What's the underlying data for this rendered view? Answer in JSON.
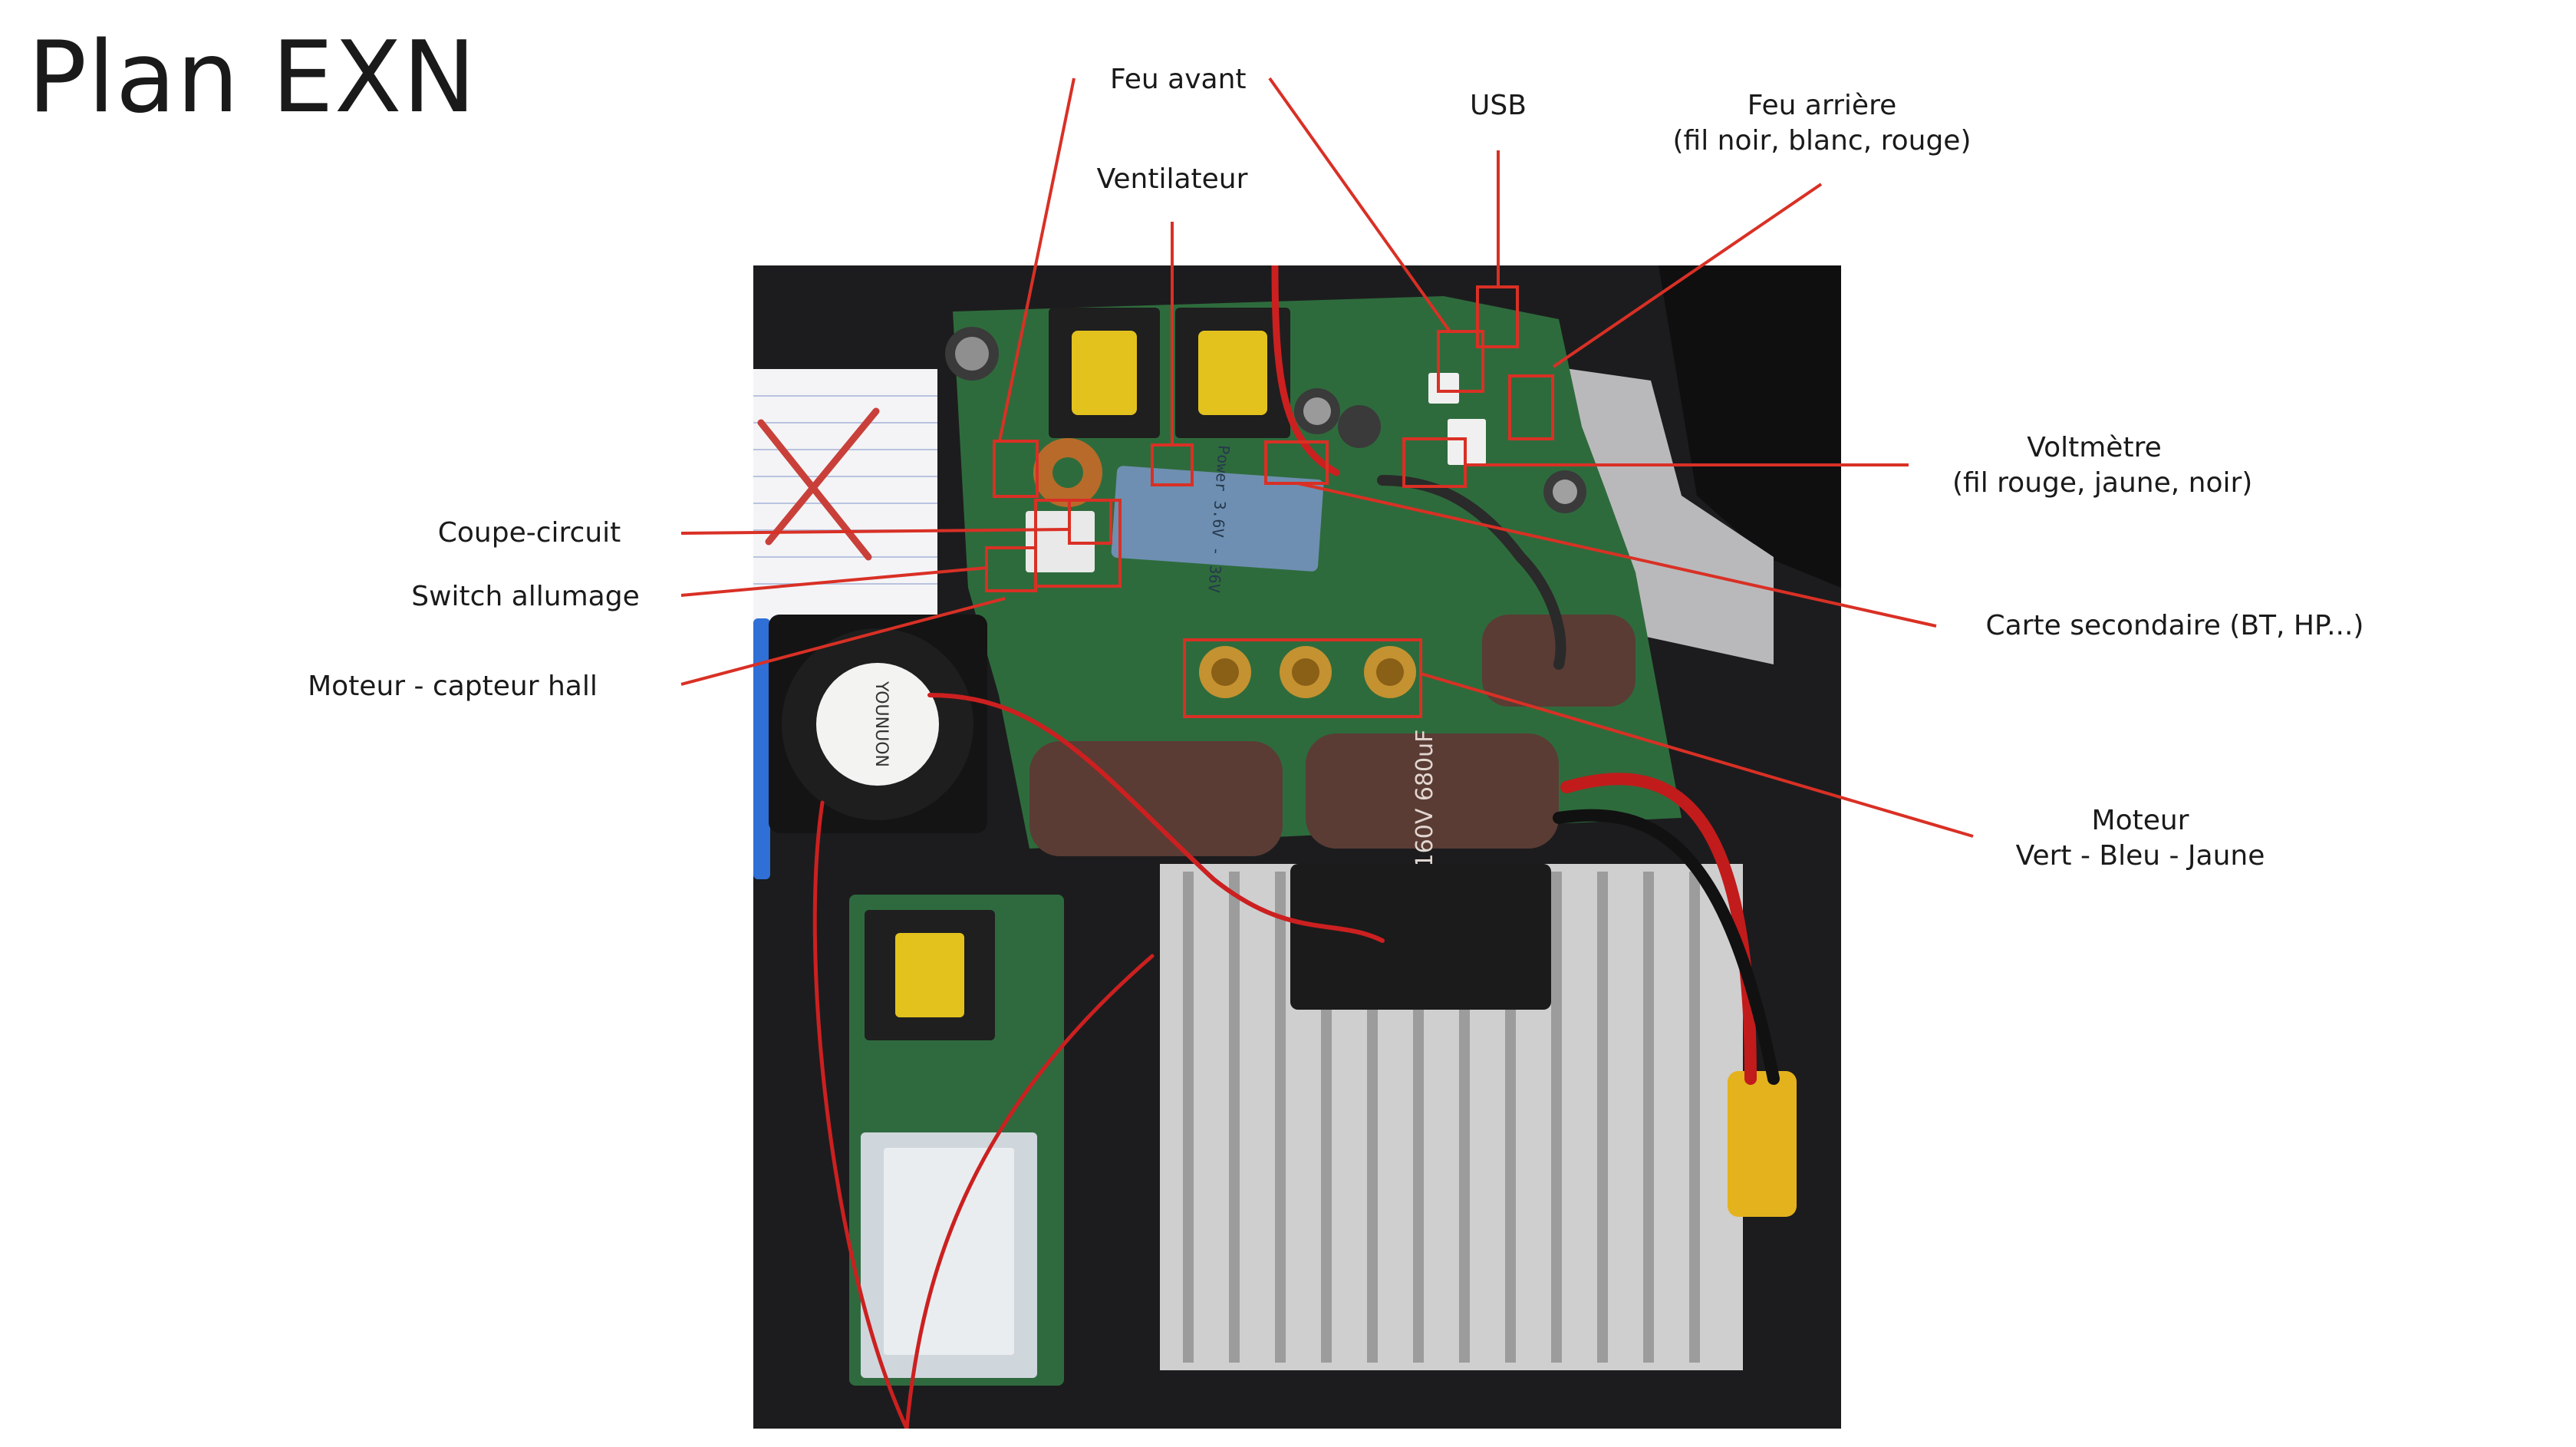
{
  "title": "Plan EXN",
  "labels": {
    "feu_avant": "Feu avant",
    "ventilateur": "Ventilateur",
    "usb": "USB",
    "feu_arriere": {
      "line1": "Feu arrière",
      "line2": "(fil noir, blanc, rouge)"
    },
    "voltmetre": {
      "line1": "Voltmètre",
      "line2": "(fil rouge, jaune, noir)"
    },
    "carte_secondaire": "Carte secondaire (BT, HP...)",
    "moteur": {
      "line1": "Moteur",
      "line2": "Vert - Bleu - Jaune"
    },
    "coupe_circuit": "Coupe-circuit",
    "switch_allumage": "Switch allumage",
    "moteur_capteur_hall": "Moteur - capteur hall"
  },
  "photo_printed_text": {
    "fan_brand": "YOUNUON",
    "cap_rating": "160V 680uF",
    "converter_label": "Power 3.6V - 36V"
  },
  "colors": {
    "annotation_line": "#d93025",
    "highlight_box": "#d93025",
    "text": "#1a1a1a"
  }
}
